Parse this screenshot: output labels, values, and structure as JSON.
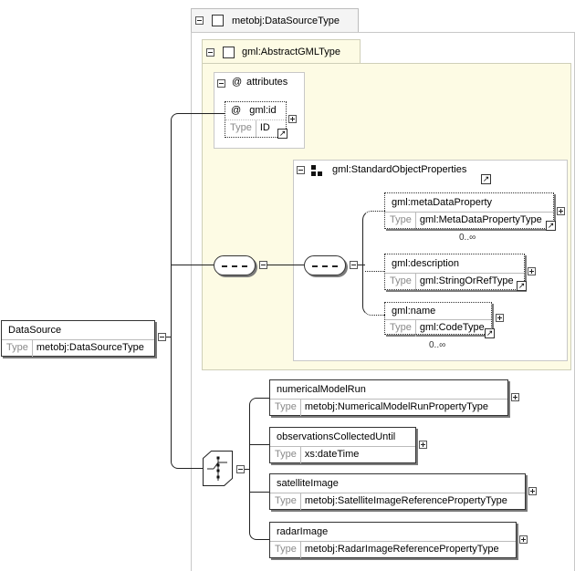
{
  "outer": {
    "title": "metobj:DataSourceType"
  },
  "abstract": {
    "title": "gml:AbstractGMLType"
  },
  "attributes": {
    "header": "attributes",
    "header_icon": "@",
    "gml_id": {
      "icon": "@",
      "name": "gml:id",
      "type_label": "Type",
      "type_value": "ID"
    }
  },
  "std_props": {
    "title": "gml:StandardObjectProperties"
  },
  "meta_data_property": {
    "name": "gml:metaDataProperty",
    "type_label": "Type",
    "type_value": "gml:MetaDataPropertyType",
    "cardinality": "0..∞"
  },
  "description": {
    "name": "gml:description",
    "type_label": "Type",
    "type_value": "gml:StringOrRefType"
  },
  "gml_name": {
    "name": "gml:name",
    "type_label": "Type",
    "type_value": "gml:CodeType",
    "cardinality": "0..∞"
  },
  "root": {
    "name": "DataSource",
    "type_label": "Type",
    "type_value": "metobj:DataSourceType"
  },
  "choice_children": [
    {
      "name": "numericalModelRun",
      "type_label": "Type",
      "type_value": "metobj:NumericalModelRunPropertyType"
    },
    {
      "name": "observationsCollectedUntil",
      "type_label": "Type",
      "type_value": "xs:dateTime"
    },
    {
      "name": "satelliteImage",
      "type_label": "Type",
      "type_value": "metobj:SatelliteImageReferencePropertyType"
    },
    {
      "name": "radarImage",
      "type_label": "Type",
      "type_value": "metobj:RadarImageReferencePropertyType"
    }
  ]
}
